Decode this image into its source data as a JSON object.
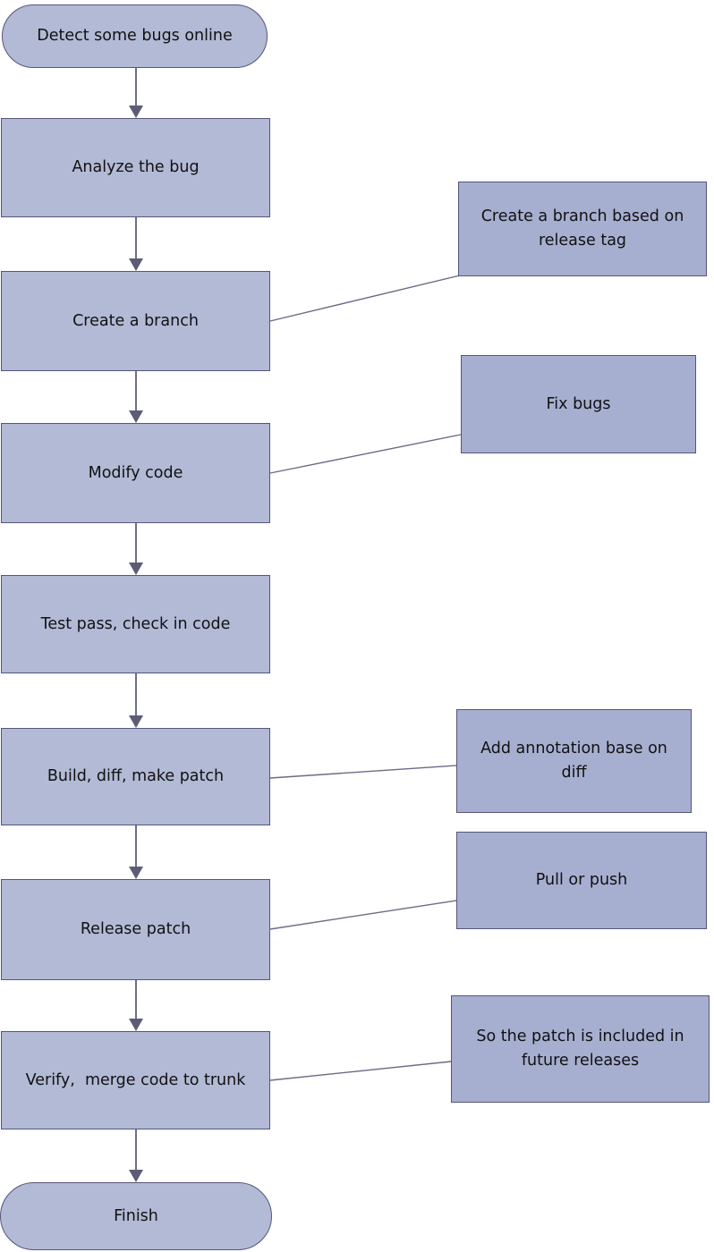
{
  "diagram": {
    "type": "flowchart",
    "main_flow": [
      {
        "shape": "terminator",
        "label": "Detect some bugs online"
      },
      {
        "shape": "process",
        "label": "Analyze the bug"
      },
      {
        "shape": "process",
        "label": "Create a branch"
      },
      {
        "shape": "process",
        "label": "Modify code"
      },
      {
        "shape": "process",
        "label": "Test pass, check in code"
      },
      {
        "shape": "process",
        "label": "Build, diff, make patch"
      },
      {
        "shape": "process",
        "label": "Release patch"
      },
      {
        "shape": "process",
        "label": "Verify,  merge code to trunk"
      },
      {
        "shape": "terminator",
        "label": "Finish"
      }
    ],
    "annotations": [
      {
        "label": "Create a branch based on release tag",
        "attached_to": "Create a branch"
      },
      {
        "label": "Fix bugs",
        "attached_to": "Modify code"
      },
      {
        "label": "Add annotation base on diff",
        "attached_to": "Build, diff, make patch"
      },
      {
        "label": "Pull or push",
        "attached_to": "Release patch"
      },
      {
        "label": "So the patch is included in future releases",
        "attached_to": "Verify,  merge code to trunk"
      }
    ],
    "colors": {
      "node_fill": "#b2bad6",
      "annotation_fill": "#a7afd1",
      "node_border": "#55557a",
      "arrow_line": "#6f6f8a",
      "arrow_head": "#5c5c76",
      "connector": "#6b6b87",
      "text": "#111111",
      "background": "#ffffff"
    }
  }
}
